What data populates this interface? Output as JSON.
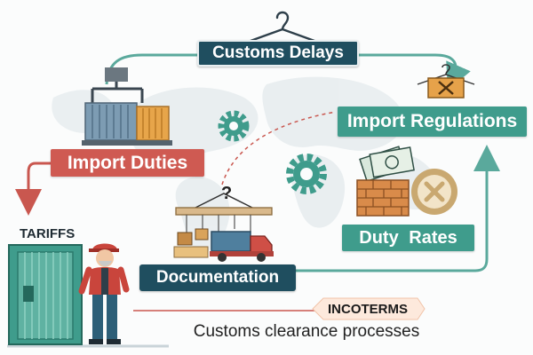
{
  "labels": {
    "customs_delays": "Customs Delays",
    "import_regulations": "Import Regulations",
    "import_duties": "Import Duties",
    "duty_rates": "Duty  Rates",
    "documentation": "Documentation",
    "tariffs": "TARIFFS",
    "incoterms": "INCOTERMS",
    "caption": "Customs clearance processes"
  },
  "icons": [
    "hanger-icon",
    "crane-cargo-icon",
    "gear-icon",
    "crate-icon",
    "bank-note-icon",
    "brick-wall-icon",
    "x-badge-icon",
    "crane-question-icon",
    "truck-icon",
    "customs-gate-icon",
    "worker-icon"
  ],
  "colors": {
    "navy": "#1f4e5f",
    "teal": "#3f9c8c",
    "red": "#cf5a52",
    "arrow_teal": "#5aa99c",
    "arrow_red": "#c9574f"
  }
}
